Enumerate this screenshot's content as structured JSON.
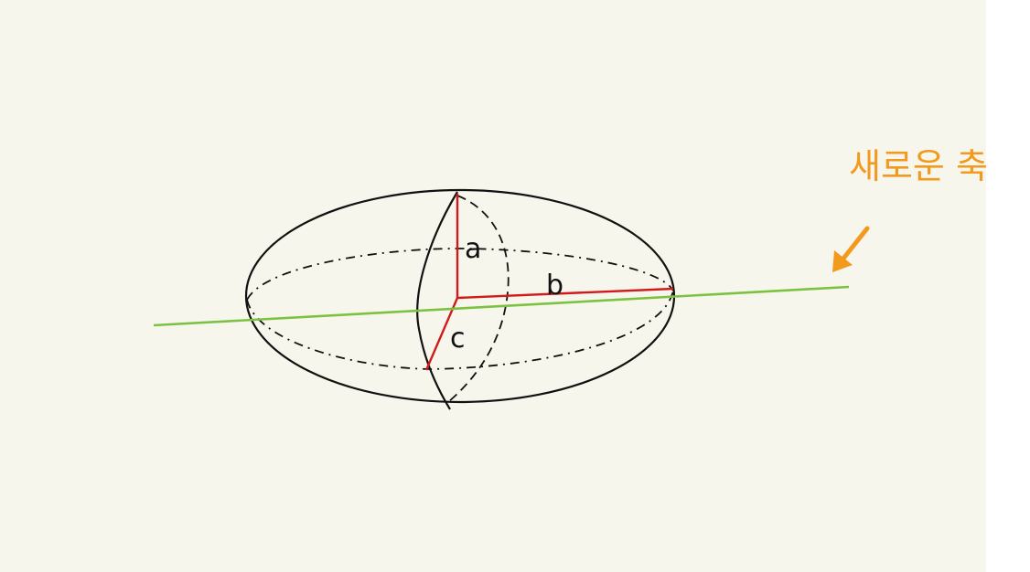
{
  "labels": {
    "new_axis": "새로운 축",
    "semi_axis_a": "a",
    "semi_axis_b": "b",
    "semi_axis_c": "c"
  },
  "colors": {
    "background": "#f7f6ec",
    "outline": "#111111",
    "semi_axes": "#d11a1a",
    "new_axis_line": "#7cc242",
    "annotation": "#f39a1e"
  },
  "icons": {
    "pointer": "arrow-icon"
  }
}
